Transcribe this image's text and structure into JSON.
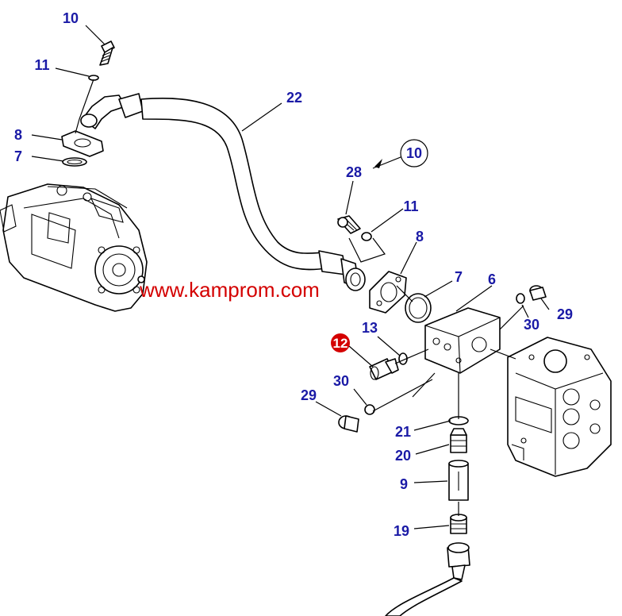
{
  "watermark": "www.kamprom.com",
  "highlighted_callout": "12",
  "colors": {
    "callout_text": "#1a1aa6",
    "highlight": "#d40000",
    "watermark": "#d40000",
    "line": "#000000"
  },
  "callouts": [
    "10",
    "11",
    "8",
    "7",
    "22",
    "10",
    "28",
    "11",
    "8",
    "7",
    "6",
    "29",
    "30",
    "13",
    "12",
    "30",
    "29",
    "21",
    "20",
    "9",
    "19"
  ]
}
